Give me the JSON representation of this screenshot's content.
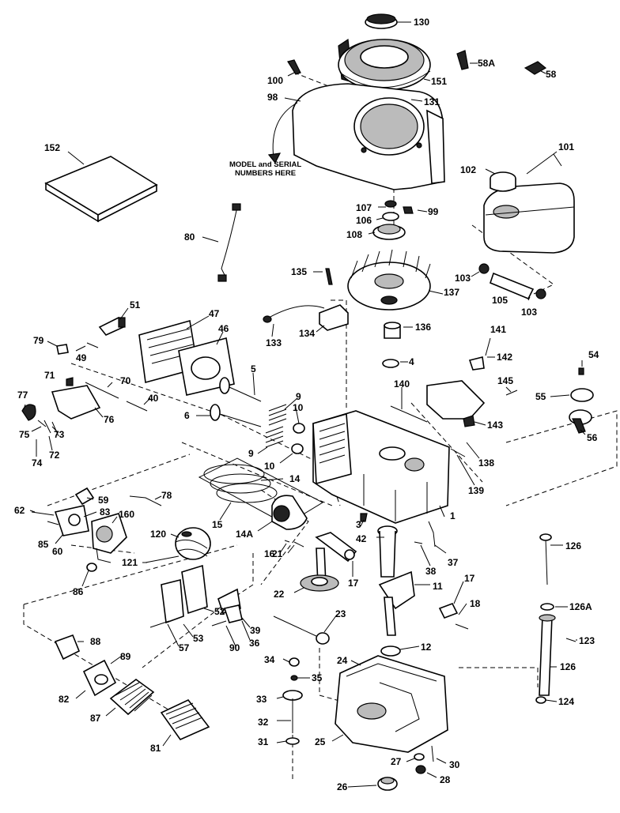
{
  "note": {
    "line1": "MODEL and SERIAL",
    "line2": "NUMBERS HERE"
  },
  "labels": {
    "l130": "130",
    "l58A": "58A",
    "l58": "58",
    "l100": "100",
    "l151": "151",
    "l98": "98",
    "l131": "131",
    "l152": "152",
    "l101": "101",
    "l102": "102",
    "l107": "107",
    "l106": "106",
    "l99": "99",
    "l108": "108",
    "l80": "80",
    "l135": "135",
    "l137": "137",
    "l103a": "103",
    "l105": "105",
    "l103b": "103",
    "l51": "51",
    "l47": "47",
    "l46": "46",
    "l133": "133",
    "l134": "134",
    "l136": "136",
    "l141": "141",
    "l142": "142",
    "l79": "79",
    "l49": "49",
    "l4": "4",
    "l54": "54",
    "l71": "71",
    "l5": "5",
    "l145": "145",
    "l70": "70",
    "l140": "140",
    "l55": "55",
    "l77": "77",
    "l40": "40",
    "l9a": "9",
    "l10a": "10",
    "l76": "76",
    "l75": "75",
    "l73": "73",
    "l6": "6",
    "l143": "143",
    "l56": "56",
    "l72": "72",
    "l74": "74",
    "l9b": "9",
    "l10b": "10",
    "l138": "138",
    "l14": "14",
    "l139": "139",
    "l78": "78",
    "l62": "62",
    "l59": "59",
    "l83": "83",
    "l160": "160",
    "l15": "15",
    "l1": "1",
    "l85": "85",
    "l60": "60",
    "l120": "120",
    "l14A": "14A",
    "l3": "3",
    "l42": "42",
    "l126": "126",
    "l16": "16",
    "l37": "37",
    "l121": "121",
    "l86": "86",
    "l38": "38",
    "l21": "21",
    "l17a": "17",
    "l17b": "17",
    "l11": "11",
    "l22": "22",
    "l126A": "126A",
    "l18": "18",
    "l52": "52",
    "l23": "23",
    "l39": "39",
    "l88": "88",
    "l36": "36",
    "l123": "123",
    "l53": "53",
    "l57": "57",
    "l90": "90",
    "l12": "12",
    "l89": "89",
    "l34": "34",
    "l24": "24",
    "l126b": "126",
    "l35": "35",
    "l82": "82",
    "l33": "33",
    "l124": "124",
    "l87": "87",
    "l32": "32",
    "l31": "31",
    "l25": "25",
    "l81": "81",
    "l27": "27",
    "l30": "30",
    "l28": "28",
    "l26": "26"
  }
}
